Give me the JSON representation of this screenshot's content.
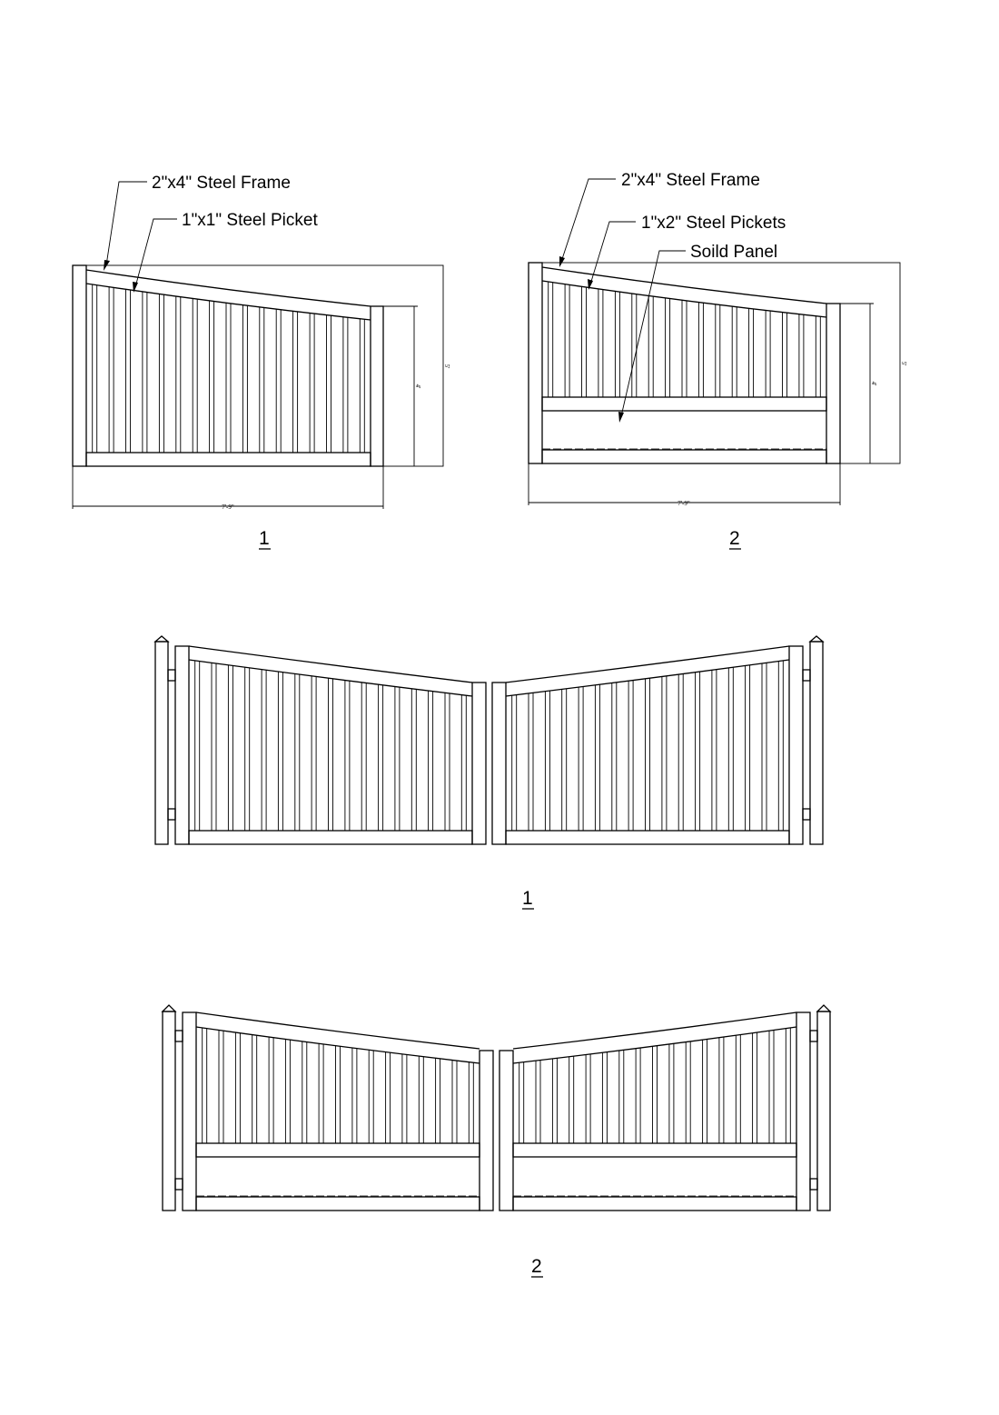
{
  "colors": {
    "ink": "#000000",
    "paper": "#ffffff"
  },
  "top_left": {
    "frame_label": "2\"x4\" Steel Frame",
    "picket_label": "1\"x1\" Steel Picket",
    "width_dim": "7'-9\"",
    "post_height_dim": "4'",
    "overall_height_dim": "5'",
    "number": "1"
  },
  "top_right": {
    "frame_label": "2\"x4\" Steel Frame",
    "picket_label": "1\"x2\" Steel Pickets",
    "panel_label": "Soild Panel",
    "width_dim": "7'-9\"",
    "post_height_dim": "4'",
    "overall_height_dim": "5'",
    "number": "2"
  },
  "elevation_1": {
    "number": "1"
  },
  "elevation_2": {
    "number": "2"
  }
}
